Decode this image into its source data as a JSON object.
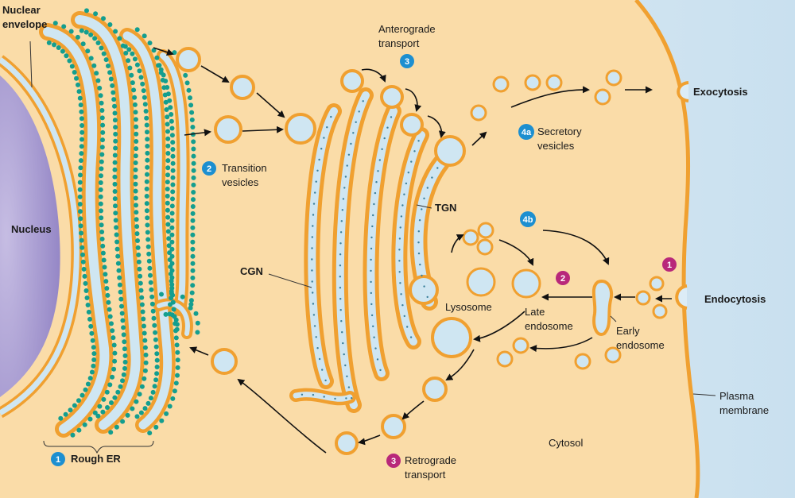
{
  "colors": {
    "cytosol": "#fadca8",
    "membrane": "#f0a030",
    "lumen": "#cfe6f2",
    "ribosome": "#139e8f",
    "nucleus": "#a79ad0",
    "extracellular": "#dcecf6",
    "badge_blue": "#1d8fd0",
    "badge_magenta": "#b8287a",
    "arrow": "#111111"
  },
  "labels": {
    "nuclear_envelope_1": "Nuclear",
    "nuclear_envelope_2": "envelope",
    "nucleus": "Nucleus",
    "rough_er": "Rough ER",
    "transition_1": "Transition",
    "transition_2": "vesicles",
    "anterograde_1": "Anterograde",
    "anterograde_2": "transport",
    "secretory_1": "Secretory",
    "secretory_2": "vesicles",
    "exocytosis": "Exocytosis",
    "tgn": "TGN",
    "cgn": "CGN",
    "lysosome": "Lysosome",
    "late_endosome_1": "Late",
    "late_endosome_2": "endosome",
    "early_endosome_1": "Early",
    "early_endosome_2": "endosome",
    "endocytosis": "Endocytosis",
    "plasma_membrane_1": "Plasma",
    "plasma_membrane_2": "membrane",
    "cytosol": "Cytosol",
    "retrograde_1": "Retrograde",
    "retrograde_2": "transport"
  },
  "badges": {
    "rough_er": "1",
    "transition": "2",
    "anterograde": "3",
    "secretory": "4a",
    "lysosomal": "4b",
    "endocytosis": "1",
    "late_endosome": "2",
    "retrograde": "3"
  }
}
